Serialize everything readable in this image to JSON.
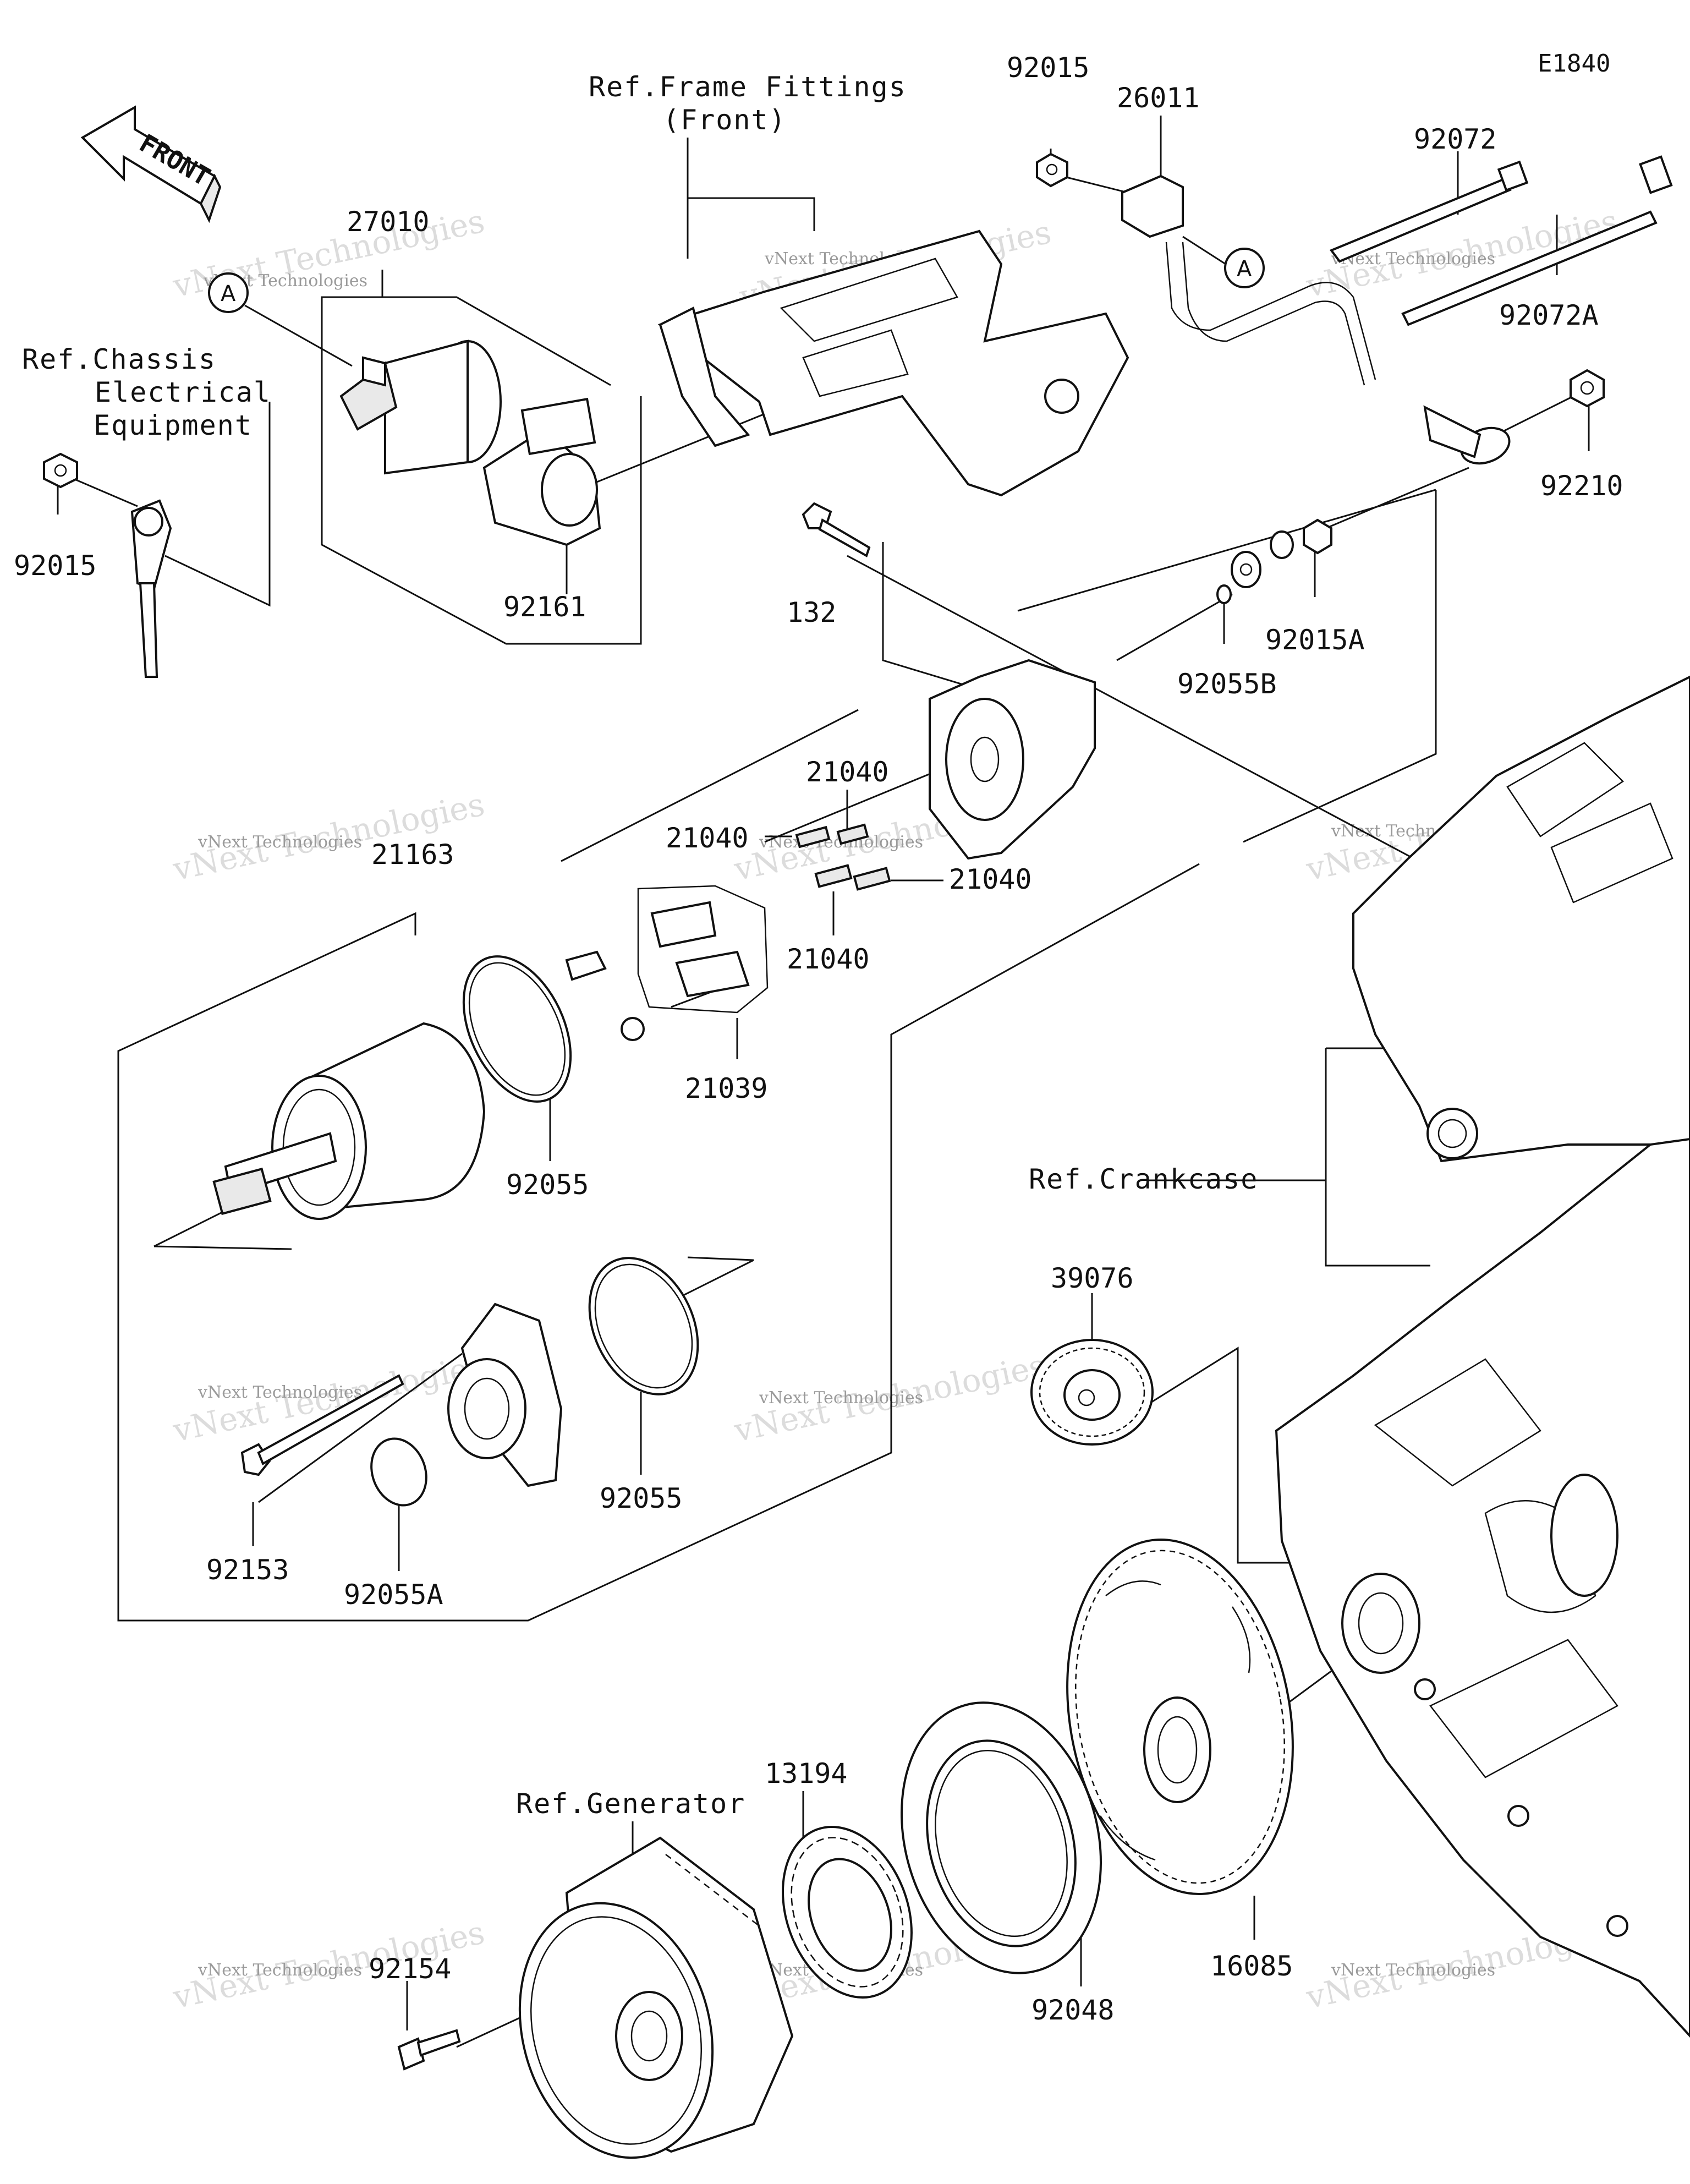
{
  "diagram": {
    "code": "E1840",
    "front_label": "FRONT",
    "refs": {
      "frame_line1": "Ref.Frame Fittings",
      "frame_line2": "(Front)",
      "chassis_line1": "Ref.Chassis",
      "chassis_line2": "Electrical",
      "chassis_line3": "Equipment",
      "crankcase": "Ref.Crankcase",
      "generator": "Ref.Generator"
    },
    "callout_a": "A",
    "parts": {
      "p27010": "27010",
      "p92015_top": "92015",
      "p26011": "26011",
      "p92072": "92072",
      "p92072A": "92072A",
      "p92210": "92210",
      "p92015_left": "92015",
      "p92161": "92161",
      "p132": "132",
      "p92015A": "92015A",
      "p92055B": "92055B",
      "p21040_a": "21040",
      "p21040_b": "21040",
      "p21040_c": "21040",
      "p21040_d": "21040",
      "p21163": "21163",
      "p21039": "21039",
      "p92055_upper": "92055",
      "p92055_lower": "92055",
      "p92153": "92153",
      "p92055A": "92055A",
      "p39076": "39076",
      "p13194": "13194",
      "p92154": "92154",
      "p92048": "92048",
      "p16085": "16085"
    },
    "watermark": {
      "line1": "vNext Technologies",
      "line2": "vNext Technologies"
    }
  }
}
